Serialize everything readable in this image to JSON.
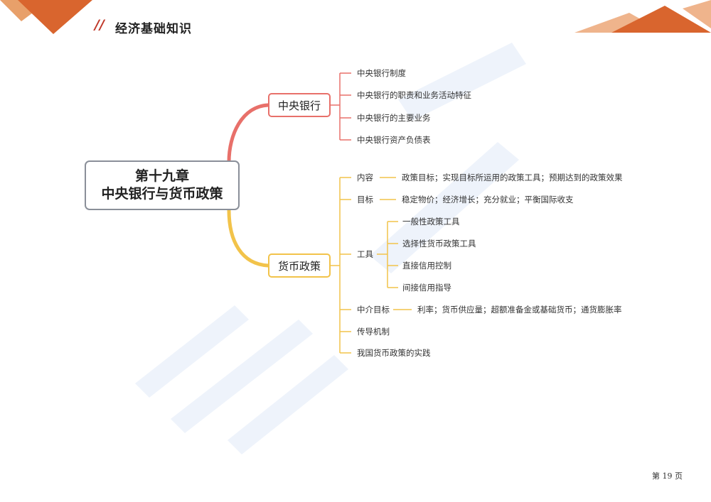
{
  "header": {
    "slash": "//",
    "title": "经济基础知识"
  },
  "mindmap": {
    "root": {
      "line1": "第十九章",
      "line2": "中央银行与货币政策"
    },
    "branch1": {
      "label": "中央银行",
      "items": [
        "中央银行制度",
        "中央银行的职责和业务活动特征",
        "中央银行的主要业务",
        "中央银行资产负债表"
      ]
    },
    "branch2": {
      "label": "货币政策",
      "content": {
        "label": "内容",
        "detail": "政策目标；实现目标所运用的政策工具；预期达到的政策效果"
      },
      "goal": {
        "label": "目标",
        "detail": "稳定物价；经济增长；充分就业；平衡国际收支"
      },
      "tools": {
        "label": "工具",
        "items": [
          "一般性政策工具",
          "选择性货币政策工具",
          "直接信用控制",
          "间接信用指导"
        ]
      },
      "intermediate": {
        "label": "中介目标",
        "detail": "利率；货币供应量；超额准备金或基础货币；通货膨胀率"
      },
      "transmission": "传导机制",
      "practice": "我国货币政策的实践"
    }
  },
  "footer": {
    "page": "第 19 页"
  },
  "colors": {
    "red_branch": "#e8706a",
    "yellow_branch": "#f2c34a",
    "accent_orange": "#e07a3a",
    "accent_red": "#c0392b"
  }
}
